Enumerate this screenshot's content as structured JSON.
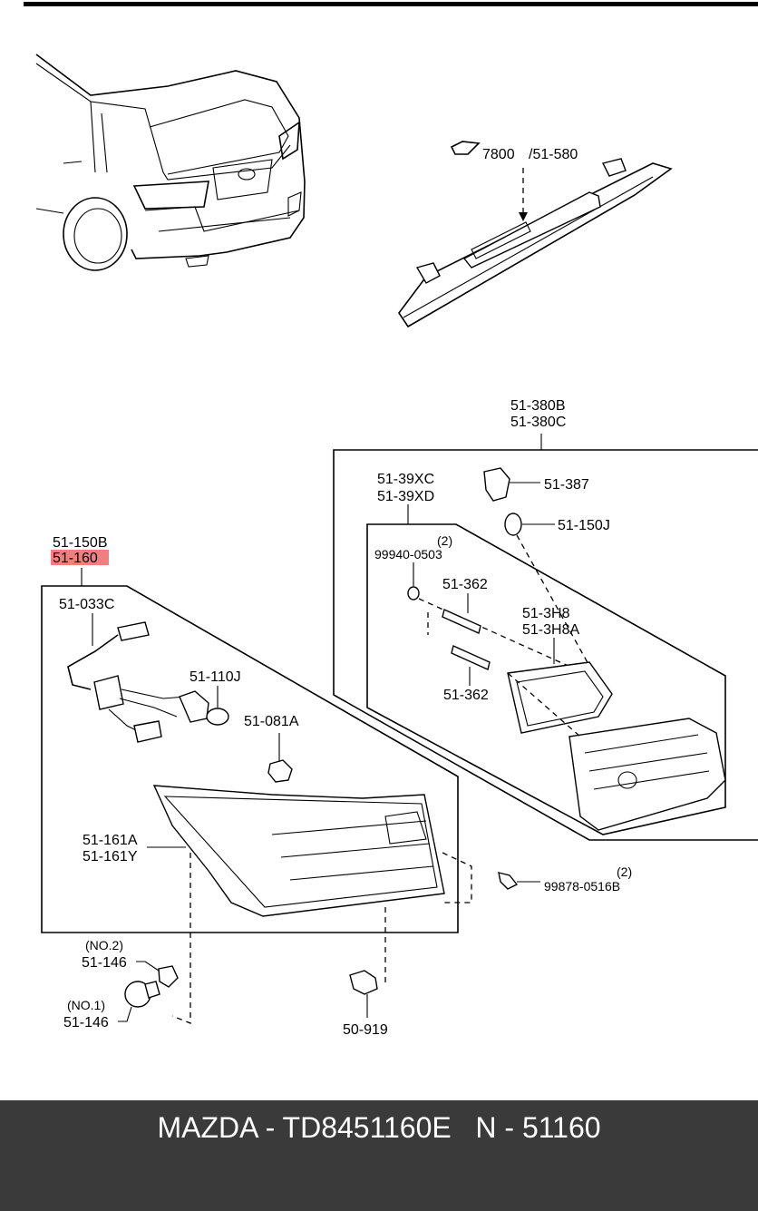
{
  "labels": {
    "ref_main": "7800",
    "ref_main_sub": "/51-580",
    "top_box_a": "51-380B",
    "top_box_b": "51-380C",
    "inner_box_a": "51-39XC",
    "inner_box_b": "51-39XD",
    "p_51387": "51-387",
    "p_51150j": "51-150J",
    "qty_a": "(2)",
    "p_99940": "99940-0503",
    "p_51362_top": "51-362",
    "p_513h8": "51-3H8",
    "p_513h8a": "51-3H8A",
    "p_51362_bot": "51-362",
    "left_box_a": "51-150B",
    "left_box_b": "51-160",
    "p_51033c": "51-033C",
    "p_51110j": "51-110J",
    "p_51081a": "51-081A",
    "p_51161a": "51-161A",
    "p_51161y": "51-161Y",
    "qty_b": "(2)",
    "p_99878": "99878-0516B",
    "no2": "(NO.2)",
    "p_51146_no2": "51-146",
    "no1": "(NO.1)",
    "p_51146_no1": "51-146",
    "p_50919": "50-919"
  },
  "footer": {
    "text": "MAZDA - TD8451160E   N - 51160"
  },
  "colors": {
    "highlight": "#f08080",
    "footer_bg": "#3a3a3a",
    "footer_text": "#ffffff"
  }
}
